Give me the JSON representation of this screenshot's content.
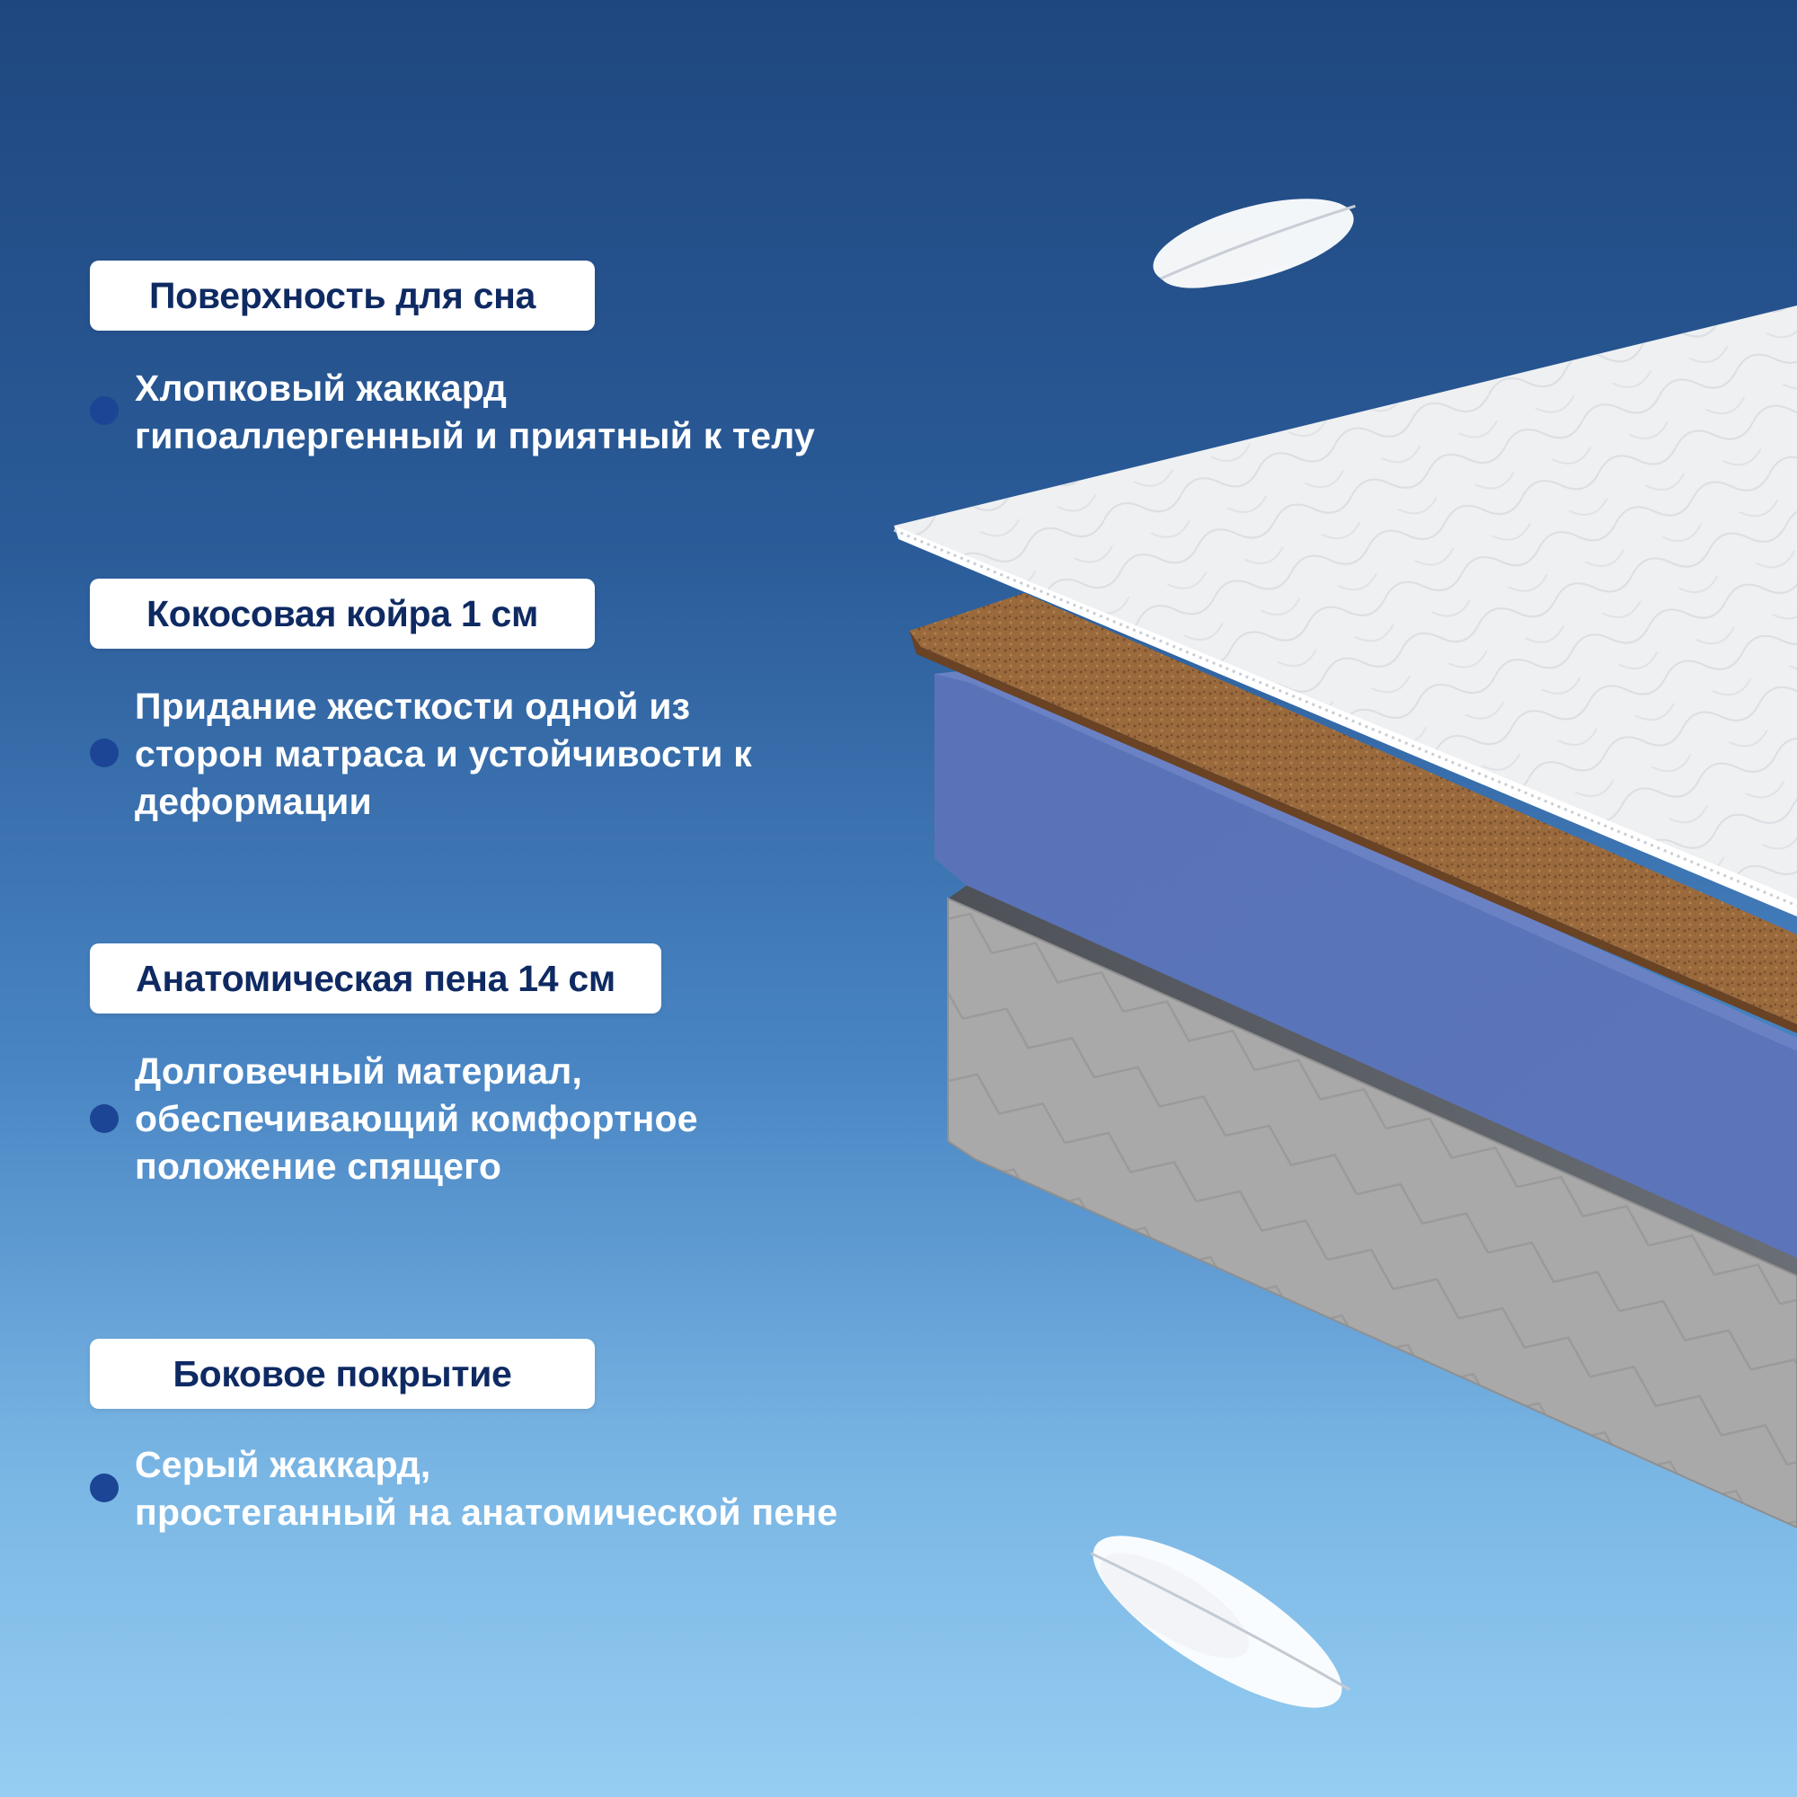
{
  "colors": {
    "background_top": "#1f477f",
    "background_bottom": "#95cdf2",
    "tag_background": "#ffffff",
    "tag_text": "#0f2a63",
    "bullet": "#1c4595",
    "description_text": "#ffffff"
  },
  "layers": [
    {
      "title": "Поверхность для сна",
      "description": [
        "Хлопковый жаккард",
        "гипоаллергенный и приятный к телу"
      ]
    },
    {
      "title": "Кокосовая койра 1 см",
      "description": [
        "Придание жесткости одной из",
        "сторон матраса и устойчивости к",
        "деформации"
      ]
    },
    {
      "title": "Анатомическая пена 14 см",
      "description": [
        "Долговечный материал,",
        "обеспечивающий комфортное",
        "положение спящего"
      ]
    },
    {
      "title": "Боковое покрытие",
      "description": [
        "Серый жаккард,",
        "простеганный на анатомической пене"
      ]
    }
  ],
  "illustration": {
    "subject": "mattress-layers",
    "layers_top_to_bottom": [
      "white-jacquard-cover",
      "coconut-coir",
      "blue-foam",
      "grey-side-cover"
    ],
    "decorations": [
      "feather-icon",
      "feather-icon"
    ]
  }
}
